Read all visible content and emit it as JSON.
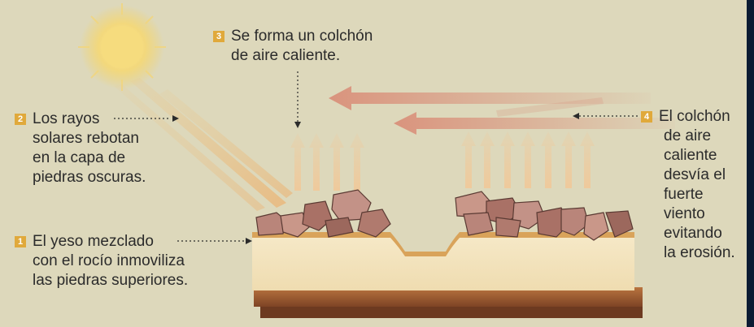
{
  "callouts": [
    {
      "num": "1",
      "lines": [
        "El yeso mezclado",
        "con el rocío inmoviliza",
        "las piedras superiores."
      ]
    },
    {
      "num": "2",
      "lines": [
        "Los rayos",
        "solares rebotan",
        "en la capa de",
        "piedras oscuras."
      ]
    },
    {
      "num": "3",
      "lines": [
        "Se forma un colchón",
        "de aire caliente."
      ]
    },
    {
      "num": "4",
      "lines": [
        "El colchón",
        "de aire",
        "caliente",
        "desvía el",
        "fuerte",
        "viento",
        "evitando",
        "la erosión."
      ]
    }
  ],
  "colors": {
    "background": "#ddd8bb",
    "frame": "#0b1b33",
    "badge": "#e0a93b",
    "sun": "#f2d36b",
    "wind_arrow": "#d9907a",
    "heat_arrow": "#f0c99a",
    "plaster": "#f3e4c0",
    "soil": "#a8643a",
    "stone": "#b9857a"
  }
}
